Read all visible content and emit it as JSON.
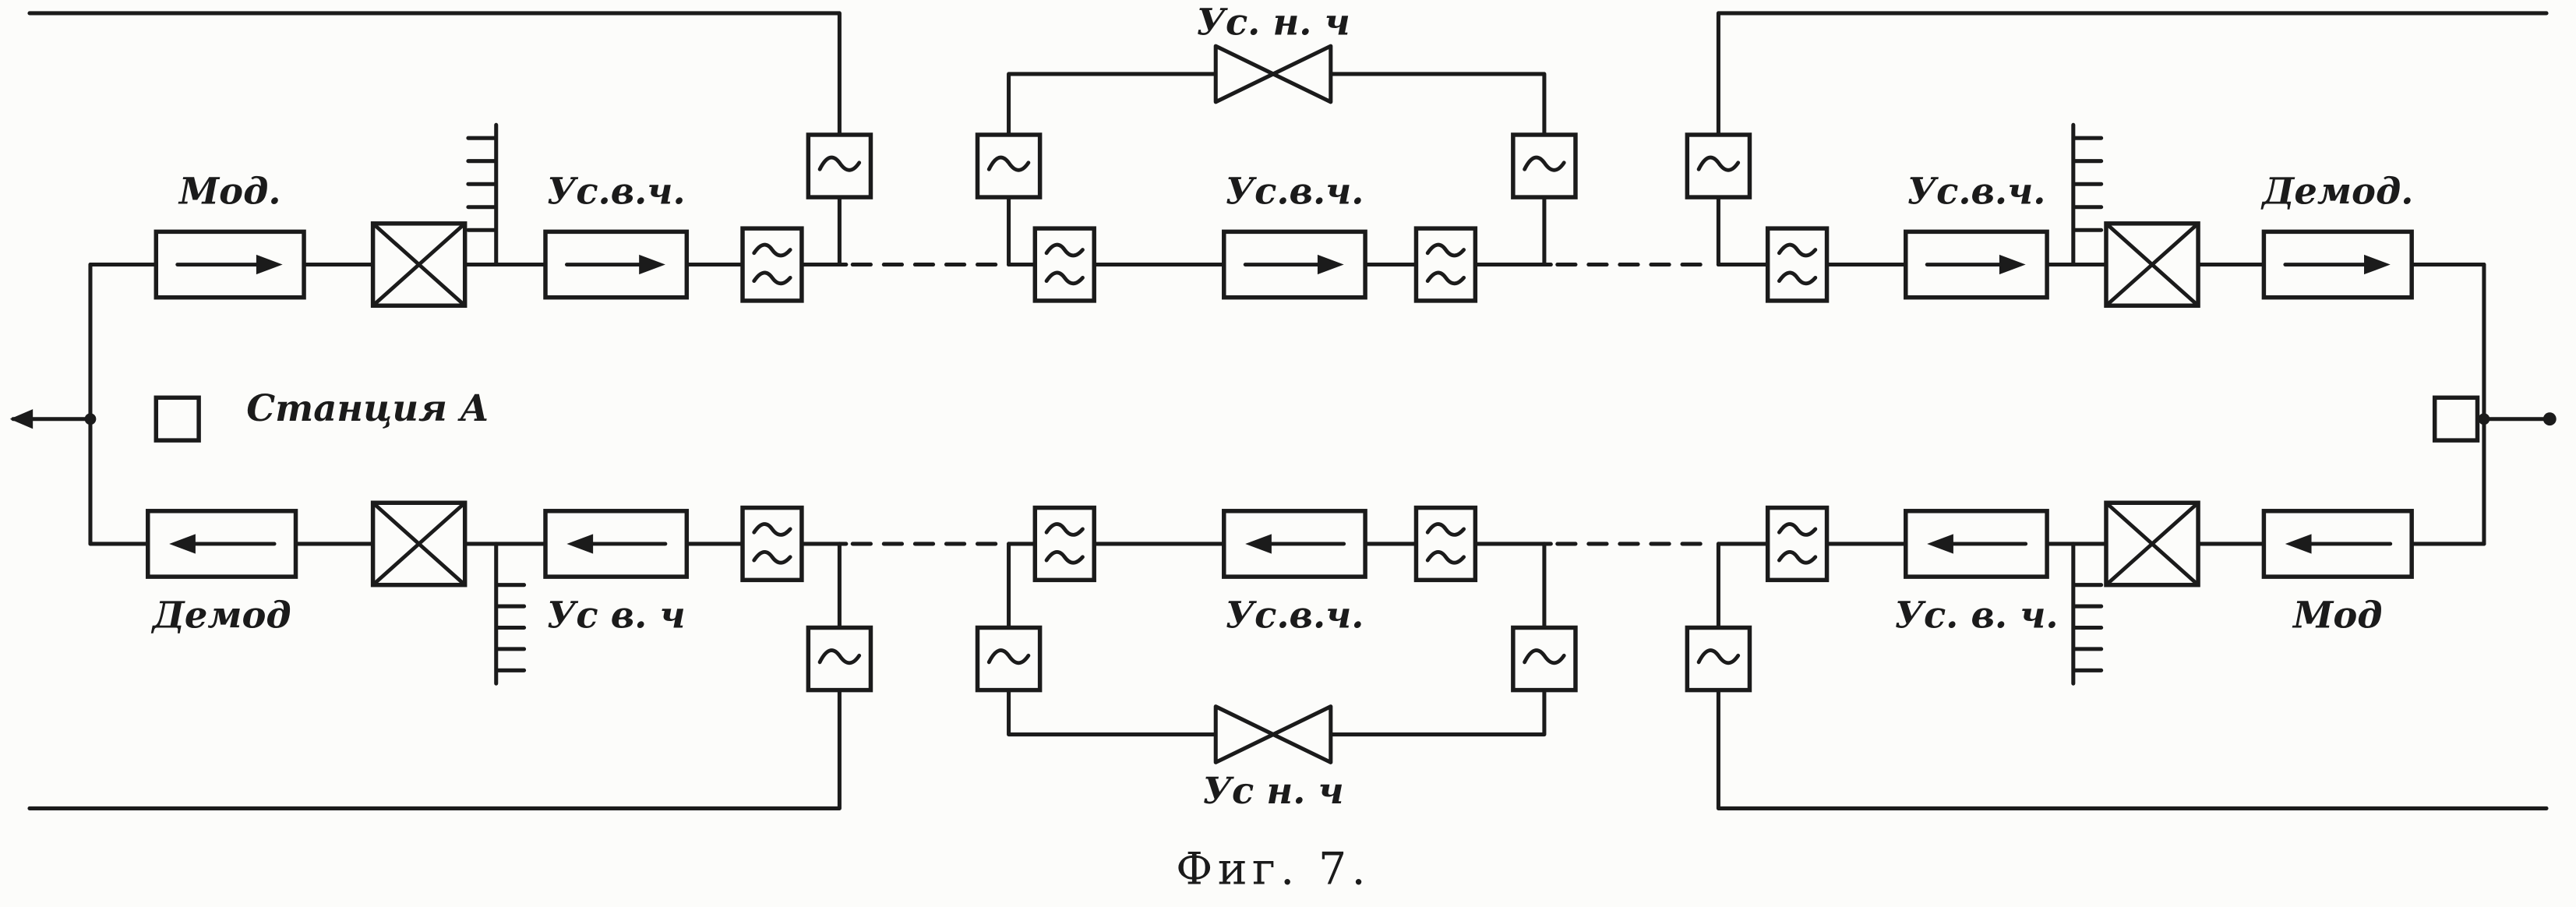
{
  "colors": {
    "ink": "#1b1b1b",
    "paper": "#fcfcfa"
  },
  "caption": "Фиг. 7.",
  "station": {
    "label": "Станция А"
  },
  "top_path": {
    "modulator": "Мод.",
    "hf_amplifier_left": "Ус.в.ч.",
    "lf_amplifier": "Ус. н. ч",
    "hf_amplifier_middle": "Ус.в.ч.",
    "hf_amplifier_right": "Ус.в.ч.",
    "demodulator": "Демод."
  },
  "bottom_path": {
    "demodulator": "Демод",
    "hf_amplifier_left": "Ус в. ч",
    "hf_amplifier_middle": "Ус.в.ч.",
    "lf_amplifier": "Ус н. ч",
    "hf_amplifier_right": "Ус. в. ч.",
    "modulator": "Мод"
  },
  "icons": {
    "oscillator": "sine-wave-box",
    "mixer": "crossed-box",
    "filter": "double-wave-box",
    "lf_amplifier": "bowtie",
    "channel_group": "comb",
    "signal_direction": "arrow"
  }
}
